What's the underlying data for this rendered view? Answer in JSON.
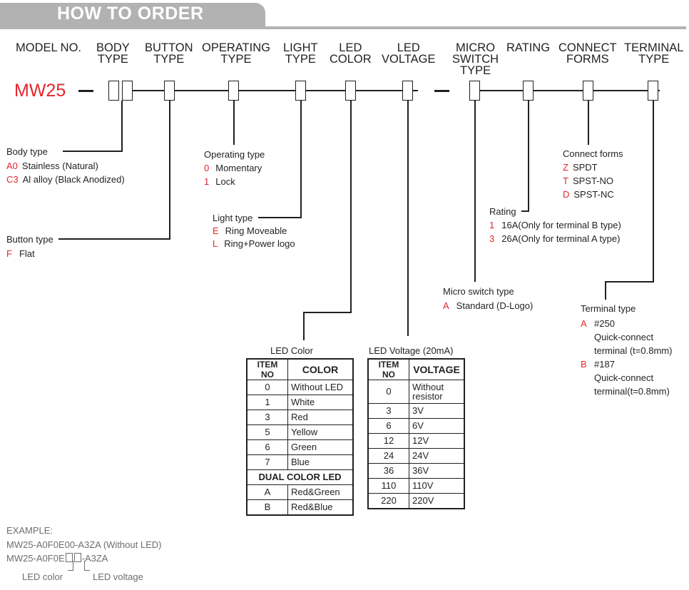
{
  "header": {
    "title": "HOW TO ORDER"
  },
  "columns": {
    "model_no": "MODEL NO.",
    "body_type": "BODY\nTYPE",
    "button_type": "BUTTON\nTYPE",
    "operating_type": "OPERATING\nTYPE",
    "light_type": "LIGHT\nTYPE",
    "led_color": "LED\nCOLOR",
    "led_voltage": "LED\nVOLTAGE",
    "micro_switch_type": "MICRO\nSWITCH\nTYPE",
    "rating": "RATING",
    "connect_forms": "CONNECT\nFORMS",
    "terminal_type": "TERMINAL\nTYPE"
  },
  "model": {
    "prefix": "MW25"
  },
  "body_type": {
    "title": "Body type",
    "options": [
      {
        "code": "A0",
        "text": "Stainless (Natural)"
      },
      {
        "code": "C3",
        "text": "Al alloy (Black Anodized)"
      }
    ]
  },
  "button_type": {
    "title": "Button type",
    "options": [
      {
        "code": "F",
        "text": "Flat"
      }
    ]
  },
  "operating_type": {
    "title": "Operating type",
    "options": [
      {
        "code": "0",
        "text": "Momentary"
      },
      {
        "code": "1",
        "text": "Lock"
      }
    ]
  },
  "light_type": {
    "title": "Light type",
    "options": [
      {
        "code": "E",
        "text": "Ring Moveable"
      },
      {
        "code": "L",
        "text": "Ring+Power logo"
      }
    ]
  },
  "connect_forms": {
    "title": "Connect forms",
    "options": [
      {
        "code": "Z",
        "text": "SPDT"
      },
      {
        "code": "T",
        "text": "SPST-NO"
      },
      {
        "code": "D",
        "text": "SPST-NC"
      }
    ]
  },
  "rating": {
    "title": "Rating",
    "options": [
      {
        "code": "1",
        "text": "16A(Only for terminal B type)"
      },
      {
        "code": "3",
        "text": "26A(Only for terminal A type)"
      }
    ]
  },
  "micro_switch_type": {
    "title": "Micro switch type",
    "options": [
      {
        "code": "A",
        "text": "Standard (D-Logo)"
      }
    ]
  },
  "terminal_type": {
    "title": "Terminal type",
    "options": [
      {
        "code": "A",
        "line1": "#250",
        "line2": "Quick-connect",
        "line3": "terminal (t=0.8mm)"
      },
      {
        "code": "B",
        "line1": "#187",
        "line2": "Quick-connect",
        "line3": "terminal(t=0.8mm)"
      }
    ]
  },
  "led_color_table": {
    "title": "LED Color",
    "col1": "ITEM NO",
    "col2": "COLOR",
    "rows": [
      {
        "no": "0",
        "value": "Without LED"
      },
      {
        "no": "1",
        "value": "White"
      },
      {
        "no": "3",
        "value": "Red"
      },
      {
        "no": "5",
        "value": "Yellow"
      },
      {
        "no": "6",
        "value": "Green"
      },
      {
        "no": "7",
        "value": "Blue"
      }
    ],
    "dual_header": "DUAL COLOR LED",
    "dual_rows": [
      {
        "no": "A",
        "value": "Red&Green"
      },
      {
        "no": "B",
        "value": "Red&Blue"
      }
    ]
  },
  "led_voltage_table": {
    "title": "LED Voltage (20mA)",
    "col1": "ITEM NO",
    "col2": "VOLTAGE",
    "rows": [
      {
        "no": "0",
        "value": "Without\nresistor"
      },
      {
        "no": "3",
        "value": "3V"
      },
      {
        "no": "6",
        "value": "6V"
      },
      {
        "no": "12",
        "value": "12V"
      },
      {
        "no": "24",
        "value": "24V"
      },
      {
        "no": "36",
        "value": "36V"
      },
      {
        "no": "110",
        "value": "110V"
      },
      {
        "no": "220",
        "value": "220V"
      }
    ]
  },
  "example": {
    "title": "EXAMPLE:",
    "line1": "MW25-A0F0E00-A3ZA (Without LED)",
    "line2_prefix": "MW25-A0F0E",
    "line2_suffix": "-A3ZA",
    "led_color_label": "LED color",
    "led_voltage_label": "LED voltage"
  },
  "colors": {
    "accent": "#e4262c",
    "header": "#b2b2b2",
    "text": "#231f20",
    "example": "#6d6e71"
  }
}
